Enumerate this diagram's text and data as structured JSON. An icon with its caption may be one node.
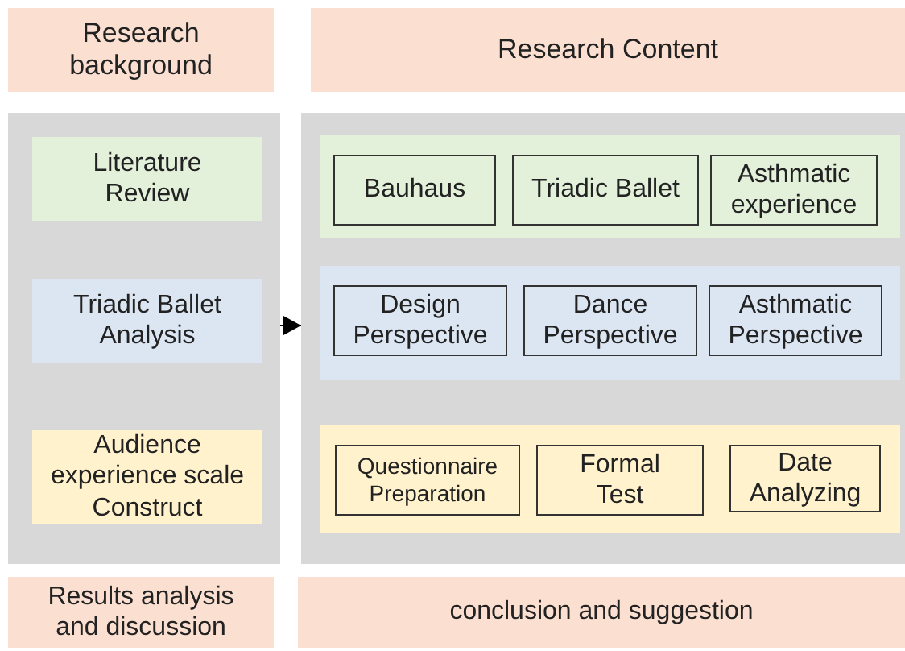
{
  "diagram": {
    "nodes": [
      {
        "text": [
          "Research background"
        ]
      },
      {
        "text": [
          "Research Content"
        ]
      },
      {
        "text": [],
        "shape": "box"
      },
      {
        "text": [
          "Literature Review"
        ],
        "in": 2
      },
      {
        "text": [
          "Triadic Ballet Analysis"
        ],
        "in": 2
      },
      {
        "text": [
          "Audience experience scale Construct"
        ],
        "in": 2
      },
      {
        "text": [],
        "shape": "box"
      },
      {
        "text": [],
        "shape": "box",
        "in": 6
      },
      {
        "text": [
          "Bauhaus"
        ],
        "in": 7
      },
      {
        "text": [
          "Triadic Ballet"
        ],
        "in": 7
      },
      {
        "text": [
          "Asthmatic experience"
        ],
        "in": 7
      },
      {
        "text": [],
        "shape": "box",
        "in": 6
      },
      {
        "text": [
          "Design Perspective"
        ],
        "in": 11
      },
      {
        "text": [
          "Dance Perspective"
        ],
        "in": 11
      },
      {
        "text": [
          "Asthmatic Perspective"
        ],
        "in": 11
      },
      {
        "text": [],
        "shape": "box",
        "in": 6
      },
      {
        "text": [
          "Questionnaire Preparation"
        ],
        "in": 15
      },
      {
        "text": [
          "Formal Test"
        ],
        "in": 15
      },
      {
        "text": [
          "Date Analyzing"
        ],
        "in": 15
      },
      {
        "text": [
          "Results analysis and discussion"
        ]
      },
      {
        "text": [
          "conclusion and suggestion"
        ]
      }
    ],
    "edges": [
      {
        "from": 2,
        "to": 6,
        "arrow": "to"
      }
    ]
  }
}
